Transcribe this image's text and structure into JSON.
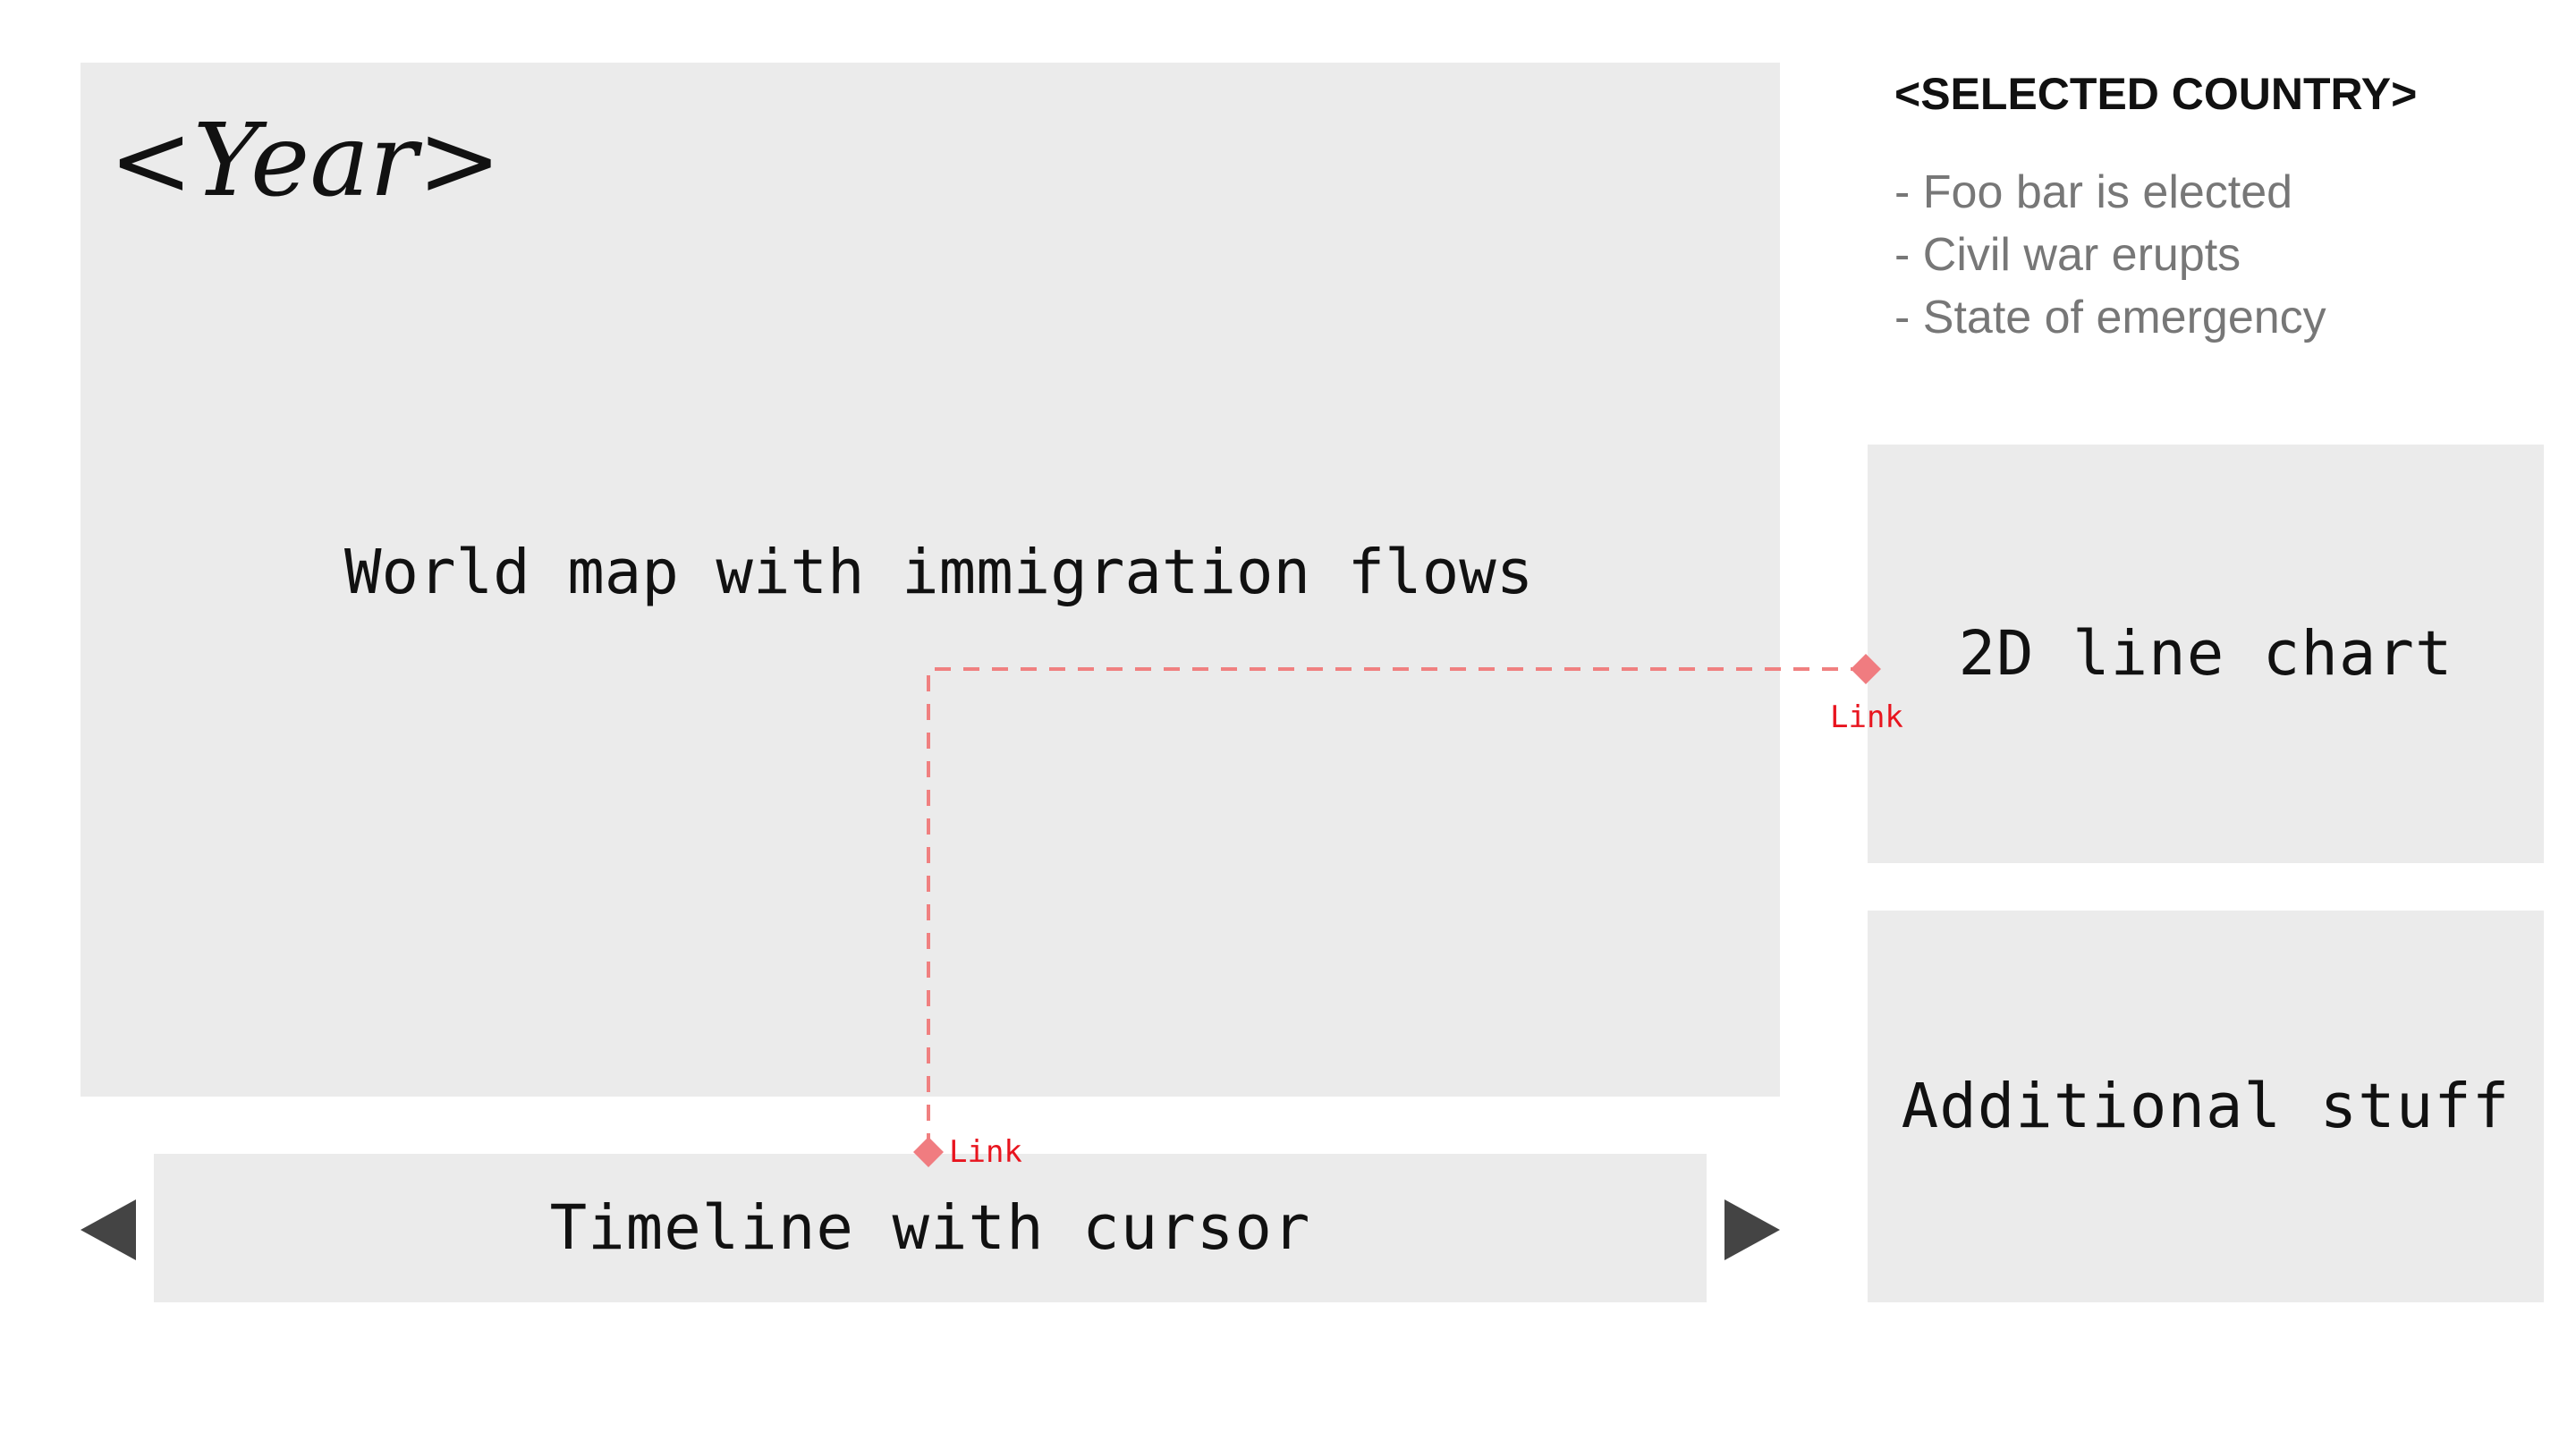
{
  "map_panel": {
    "year": "<Year>",
    "label": "World map with immigration flows"
  },
  "timeline": {
    "label": "Timeline with cursor",
    "prev_icon": "triangle-left-icon",
    "next_icon": "triangle-right-icon"
  },
  "sidebar": {
    "country_title": "<SELECTED COUNTRY>",
    "events": [
      "- Foo bar is elected",
      "- Civil war erupts",
      "- State of emergency"
    ]
  },
  "chart_panel": {
    "label": "2D line chart"
  },
  "extra_panel": {
    "label": "Additional stuff"
  },
  "links": [
    {
      "label": "Link",
      "from": "timeline",
      "to": "chart_panel"
    }
  ],
  "colors": {
    "panel_bg": "#ebebeb",
    "link_line": "#f08080",
    "link_text": "#e8141e",
    "arrow": "#444444",
    "event_text": "#777777"
  }
}
